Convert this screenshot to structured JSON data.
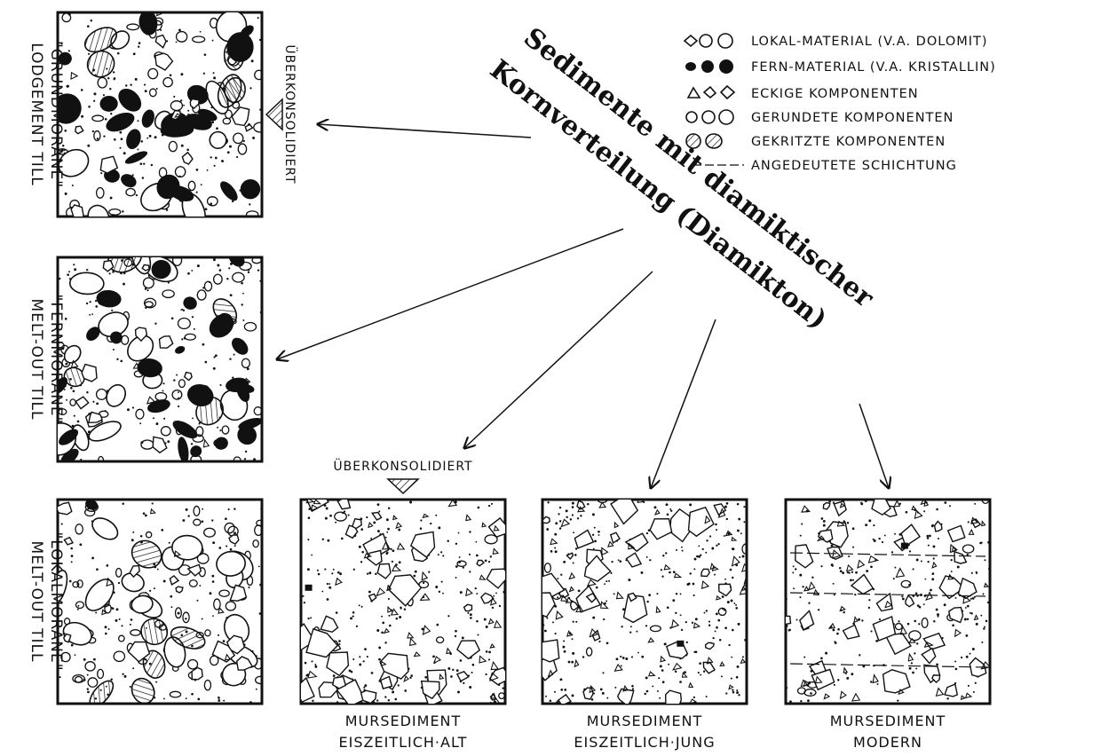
{
  "title": {
    "line1": "Sedimente mit diamiktischer",
    "line2": "Kornverteilung (Diamikton)"
  },
  "legend": [
    {
      "icon": "dolomite-ovals-icon",
      "label": "LOKAL-MATERIAL (V.A. DOLOMIT)"
    },
    {
      "icon": "black-ovals-icon",
      "label": "FERN-MATERIAL (V.A. KRISTALLIN)"
    },
    {
      "icon": "angular-shapes-icon",
      "label": "ECKIGE KOMPONENTEN"
    },
    {
      "icon": "rounded-ovals-icon",
      "label": "GERUNDETE KOMPONENTEN"
    },
    {
      "icon": "striated-ovals-icon",
      "label": "GEKRITZTE KOMPONENTEN"
    },
    {
      "icon": "dashed-line-icon",
      "label": "ANGEDEUTETE SCHICHTUNG"
    }
  ],
  "panels": {
    "lodgement": {
      "label_line1": "LODGEMENT TILL",
      "label_line2": "\"GRUNDMORÄNE\"",
      "side_note": "ÜBERKONSOLIDIERT"
    },
    "meltout_fern": {
      "label_line1": "MELT-OUT TILL",
      "label_line2": "\"FERNMORÄNE\""
    },
    "meltout_lokal": {
      "label_line1": "MELT-OUT TILL",
      "label_line2": "\"LOKALMORÄNE\""
    },
    "mur_alt": {
      "top_note": "ÜBERKONSOLIDIERT",
      "caption_line1": "MURSEDIMENT",
      "caption_line2": "EISZEITLICH·ALT"
    },
    "mur_jung": {
      "caption_line1": "MURSEDIMENT",
      "caption_line2": "EISZEITLICH·JUNG"
    },
    "mur_modern": {
      "caption_line1": "MURSEDIMENT",
      "caption_line2": "MODERN"
    }
  },
  "colors": {
    "ink": "#111111",
    "paper": "#ffffff"
  }
}
